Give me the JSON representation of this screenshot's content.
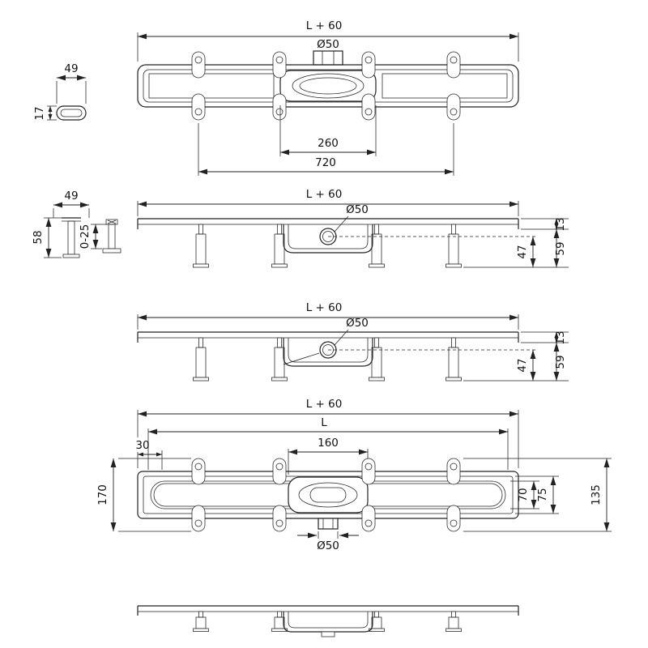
{
  "views": {
    "plan_top": {
      "dims": {
        "length": "L + 60",
        "outlet": "Ø50",
        "drain_span": "260",
        "fixing_span": "720"
      }
    },
    "slot_detail": {
      "dims": {
        "width": "49",
        "height": "17"
      }
    },
    "section_installed": {
      "dims": {
        "length": "L + 60",
        "outlet": "Ø50",
        "rim_height": "13",
        "body_height": "59",
        "outlet_depth": "47",
        "bracket_width": "49",
        "bracket_height": "58",
        "adjustment": "0-25"
      }
    },
    "section_rotated": {
      "dims": {
        "length": "L + 60",
        "outlet": "Ø50",
        "rim_height": "13",
        "body_height": "59",
        "outlet_depth": "47"
      }
    },
    "plan_bottom": {
      "dims": {
        "length_total": "L + 60",
        "length": "L",
        "end_offset": "30",
        "drain_span": "160",
        "width_total": "170",
        "width_channel": "70",
        "width_flange": "75",
        "width_overall": "135",
        "outlet": "Ø50"
      }
    },
    "section_bare": {
      "dims": {}
    }
  },
  "colors": {
    "line": "#222222",
    "background": "#ffffff"
  }
}
